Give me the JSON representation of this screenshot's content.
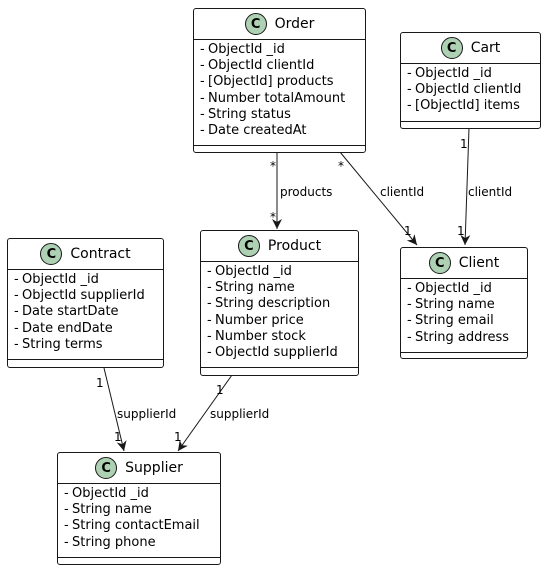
{
  "badge_letter": "C",
  "classes": {
    "order": {
      "name": "Order",
      "attributes": [
        {
          "vis": "-",
          "text": "ObjectId _id"
        },
        {
          "vis": "-",
          "text": "ObjectId clientId"
        },
        {
          "vis": "-",
          "text": "[ObjectId] products"
        },
        {
          "vis": "-",
          "text": "Number totalAmount"
        },
        {
          "vis": "-",
          "text": "String status"
        },
        {
          "vis": "-",
          "text": "Date createdAt"
        }
      ]
    },
    "cart": {
      "name": "Cart",
      "attributes": [
        {
          "vis": "-",
          "text": "ObjectId _id"
        },
        {
          "vis": "-",
          "text": "ObjectId clientId"
        },
        {
          "vis": "-",
          "text": "[ObjectId] items"
        }
      ]
    },
    "contract": {
      "name": "Contract",
      "attributes": [
        {
          "vis": "-",
          "text": "ObjectId _id"
        },
        {
          "vis": "-",
          "text": "ObjectId supplierId"
        },
        {
          "vis": "-",
          "text": "Date startDate"
        },
        {
          "vis": "-",
          "text": "Date endDate"
        },
        {
          "vis": "-",
          "text": "String terms"
        }
      ]
    },
    "product": {
      "name": "Product",
      "attributes": [
        {
          "vis": "-",
          "text": "ObjectId _id"
        },
        {
          "vis": "-",
          "text": "String name"
        },
        {
          "vis": "-",
          "text": "String description"
        },
        {
          "vis": "-",
          "text": "Number price"
        },
        {
          "vis": "-",
          "text": "Number stock"
        },
        {
          "vis": "-",
          "text": "ObjectId supplierId"
        }
      ]
    },
    "client": {
      "name": "Client",
      "attributes": [
        {
          "vis": "-",
          "text": "ObjectId _id"
        },
        {
          "vis": "-",
          "text": "String name"
        },
        {
          "vis": "-",
          "text": "String email"
        },
        {
          "vis": "-",
          "text": "String address"
        }
      ]
    },
    "supplier": {
      "name": "Supplier",
      "attributes": [
        {
          "vis": "-",
          "text": "ObjectId _id"
        },
        {
          "vis": "-",
          "text": "String name"
        },
        {
          "vis": "-",
          "text": "String contactEmail"
        },
        {
          "vis": "-",
          "text": "String phone"
        }
      ]
    }
  },
  "relations": [
    {
      "from": "order",
      "to": "product",
      "label": "products",
      "from_mult": "*",
      "to_mult": "*"
    },
    {
      "from": "order",
      "to": "client",
      "label": "clientId",
      "from_mult": "*",
      "to_mult": "1"
    },
    {
      "from": "cart",
      "to": "client",
      "label": "clientId",
      "from_mult": "1",
      "to_mult": "1"
    },
    {
      "from": "contract",
      "to": "supplier",
      "label": "supplierId",
      "from_mult": "1",
      "to_mult": "1"
    },
    {
      "from": "product",
      "to": "supplier",
      "label": "supplierId",
      "from_mult": "1",
      "to_mult": "1"
    }
  ],
  "colors": {
    "badge": "#add1b2",
    "border": "#181818"
  }
}
